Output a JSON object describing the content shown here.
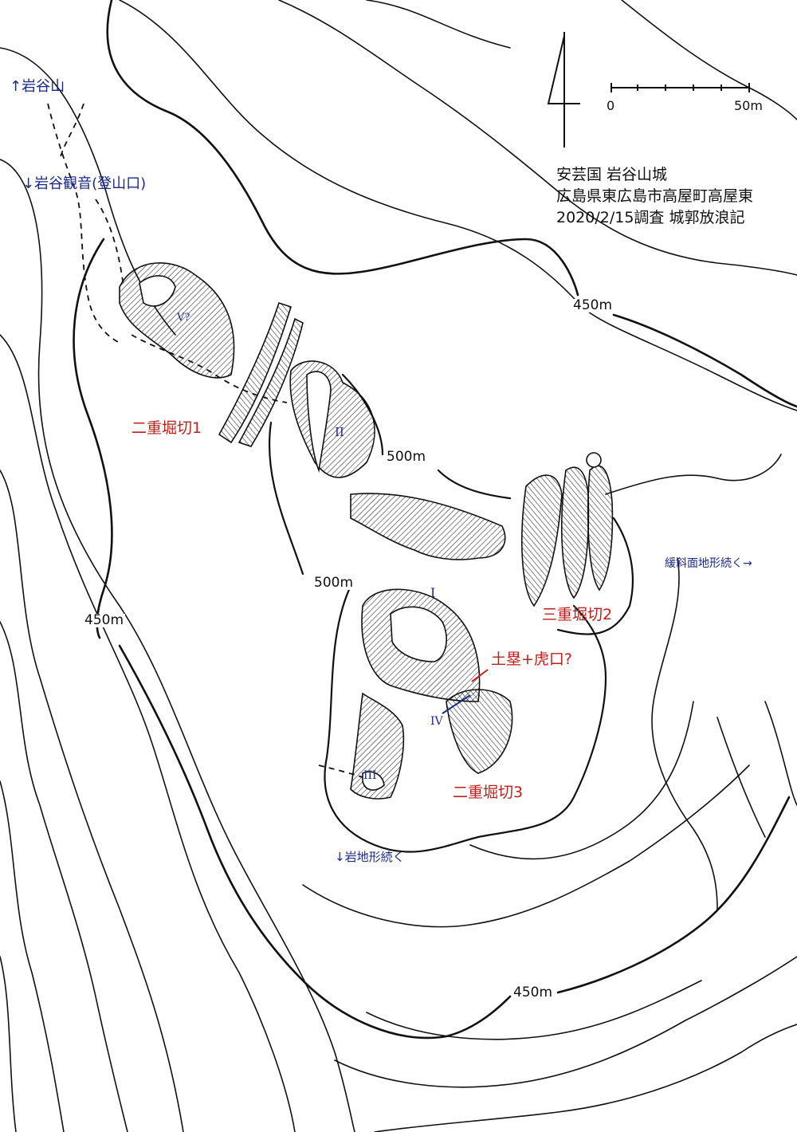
{
  "colors": {
    "contour": "#111111",
    "navigation": "#1a2a8c",
    "features": "#c0201a"
  },
  "title": {
    "province_castle": "安芸国 岩谷山城",
    "location": "広島県東広島市高屋町高屋東",
    "survey": "2020/2/15調査 城郭放浪記"
  },
  "scale": {
    "start": "0",
    "end": "50m"
  },
  "north_arrow": "north-arrow-icon",
  "navigation": {
    "to_summit": "↑岩谷山",
    "to_trailhead": "↓岩谷観音(登山口)",
    "gentle_slope": "緩斜面地形続く→",
    "rocky_terrain": "↓岩地形続く"
  },
  "features": {
    "double_moat_1": "二重堀切1",
    "double_moat_3": "二重堀切3",
    "triple_moat_2": "三重堀切2",
    "earthwork_gate": "土塁+虎口?"
  },
  "enclosures": {
    "e1": "I",
    "e2": "II",
    "e3": "III",
    "e4": "IV",
    "e5": "V?"
  },
  "contours": {
    "c450_left": "450m",
    "c450_top": "450m",
    "c450_bottom": "450m",
    "c500_left": "500m",
    "c500_right": "500m"
  }
}
